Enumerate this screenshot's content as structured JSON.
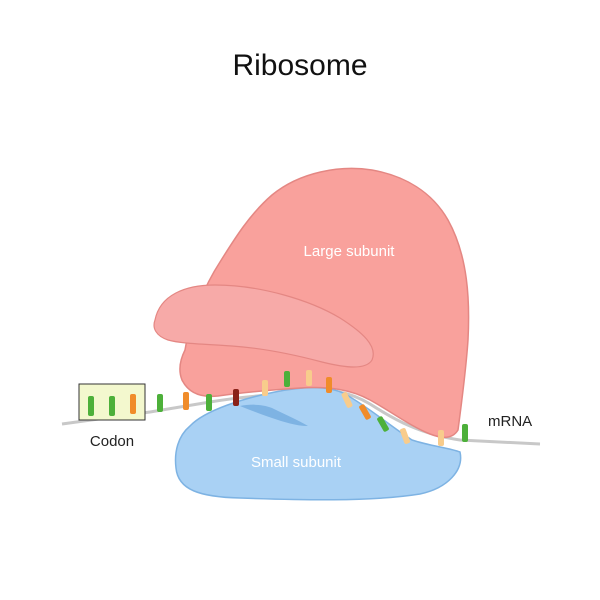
{
  "title": "Ribosome",
  "labels": {
    "large_subunit": "Large subunit",
    "small_subunit": "Small subunit",
    "mrna": "mRNA",
    "codon": "Codon"
  },
  "colors": {
    "large_subunit_fill": "#f9a19c",
    "large_subunit_lobe": "#f7aaa8",
    "large_subunit_edge": "#e48783",
    "small_subunit_fill": "#a9d1f4",
    "small_subunit_edge": "#7eb3e3",
    "mrna_strand": "#c8c8c8",
    "codon_box_fill": "#f3f8ce",
    "codon_box_stroke": "#333333",
    "nucleotide_green": "#4db03a",
    "nucleotide_orange": "#f08c2a",
    "nucleotide_light_orange": "#f8cc8c",
    "nucleotide_maroon": "#8a2118"
  }
}
